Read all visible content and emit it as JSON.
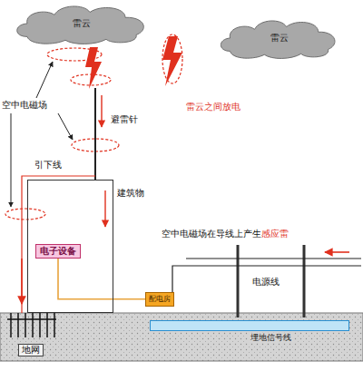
{
  "diagram": {
    "nodes": [
      {
        "text": [
          "雷云"
        ]
      },
      {
        "text": [
          "雷云"
        ]
      },
      {
        "text": [
          "建筑物"
        ]
      },
      {
        "text": [
          "电子设备"
        ],
        "in": 2
      },
      {
        "text": [
          "配电房"
        ]
      },
      {
        "text": [
          "埋地信号线"
        ]
      }
    ],
    "edges": [
      {
        "from": 3,
        "to": 4,
        "arrow": "none"
      }
    ],
    "labels": [
      "雷云之间放电",
      "空中电磁场",
      "避雷针",
      "引下线",
      "空中电磁场在导线上产生",
      "感应雷",
      "电源线",
      "地网"
    ]
  }
}
